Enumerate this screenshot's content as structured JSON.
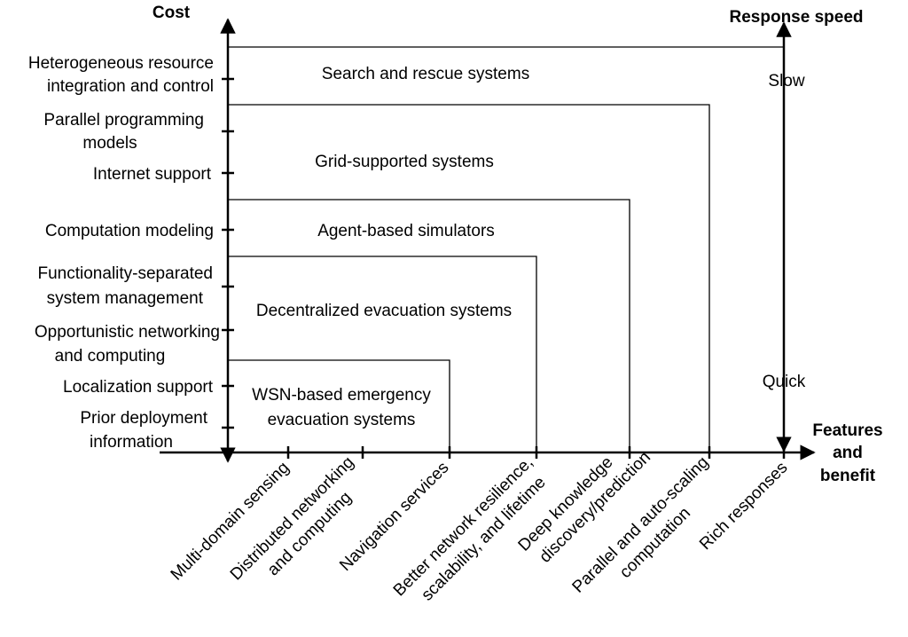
{
  "axes": {
    "y_title": "Cost",
    "speed_title": "Response speed",
    "x_title": [
      "Features",
      "and",
      "benefit"
    ],
    "slow_label": "Slow",
    "quick_label": "Quick",
    "slow_color": "#e00000",
    "quick_color": "#0000e0"
  },
  "cost_labels": [
    [
      "Heterogeneous resource",
      "integration and control"
    ],
    [
      "Parallel programming",
      "models"
    ],
    [
      "Internet support"
    ],
    [
      "Computation modeling"
    ],
    [
      "Functionality-separated",
      "system management"
    ],
    [
      "Opportunistic networking",
      "and computing"
    ],
    [
      "Localization support"
    ],
    [
      "Prior deployment",
      "information"
    ]
  ],
  "feature_labels": [
    [
      "Multi-domain sensing"
    ],
    [
      "Distributed networking",
      "and computing"
    ],
    [
      "Navigation services"
    ],
    [
      "Better network resilience,",
      "scalability, and lifetime"
    ],
    [
      "Deep knowledge",
      "discovery/prediction"
    ],
    [
      "Parallel and auto-scaling",
      "computation"
    ],
    [
      "Rich responses"
    ]
  ],
  "systems": [
    [
      "Search and rescue systems"
    ],
    [
      "Grid-supported systems"
    ],
    [
      "Agent-based simulators"
    ],
    [
      "Decentralized evacuation systems"
    ],
    [
      "WSN-based emergency",
      "evacuation systems"
    ]
  ]
}
